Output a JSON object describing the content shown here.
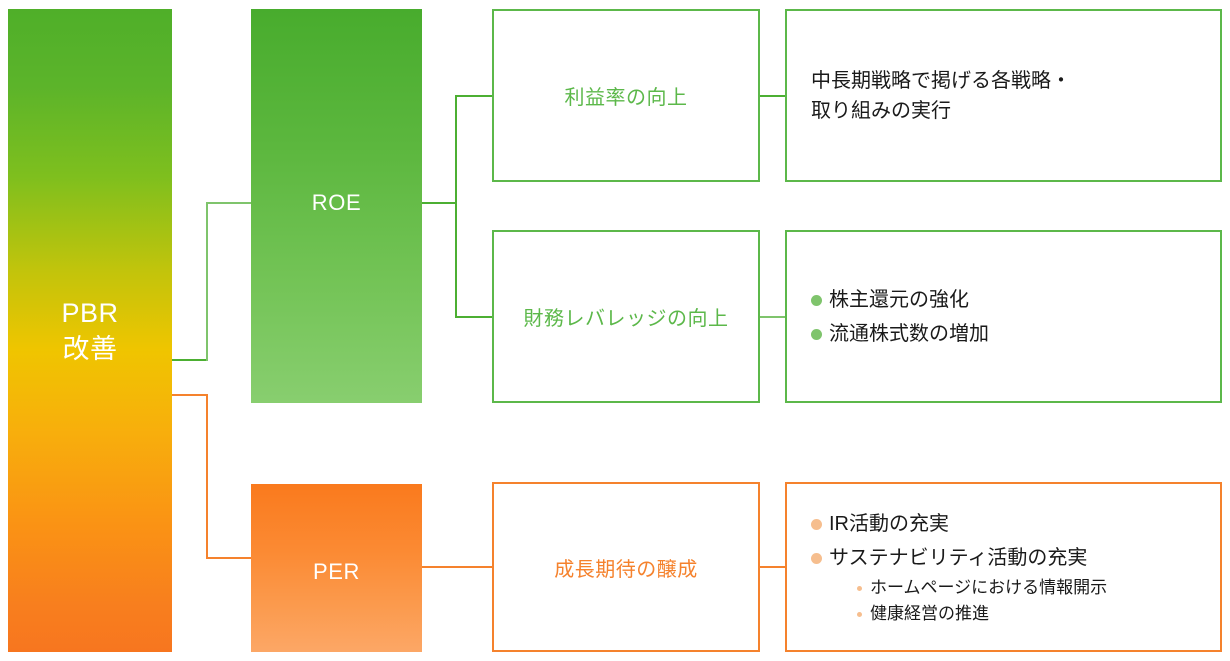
{
  "diagram": {
    "title_root": "PBR\n改善",
    "colors": {
      "green_dark": "#4CAF32",
      "green_mid": "#5CB84A",
      "green_light": "#7FC46C",
      "orange": "#F5822D",
      "orange_light": "#F6BE8E",
      "gradient_top": "#4FAF29",
      "gradient_mid": "#EFC500",
      "gradient_bottom": "#F7761F",
      "text_dark": "#1a1a1a",
      "text_white": "#ffffff"
    }
  },
  "root": {
    "label": "PBR\n改善"
  },
  "drivers": [
    {
      "id": "roe",
      "label": "ROE",
      "accent": "green"
    },
    {
      "id": "per",
      "label": "PER",
      "accent": "orange"
    }
  ],
  "branches": [
    {
      "id": "profitability",
      "accent": "green",
      "lever": "利益率の向上",
      "detail_type": "paragraph",
      "detail_text": "中長期戦略で掲げる各戦略・\n取り組みの実行"
    },
    {
      "id": "financial-leverage",
      "accent": "green",
      "lever": "財務レバレッジの向上",
      "detail_type": "bullets",
      "bullets": [
        {
          "text": "株主還元の強化",
          "sub": []
        },
        {
          "text": "流通株式数の増加",
          "sub": []
        }
      ]
    },
    {
      "id": "growth-expectation",
      "accent": "orange",
      "lever": "成長期待の醸成",
      "detail_type": "bullets",
      "bullets": [
        {
          "text": "IR活動の充実",
          "sub": []
        },
        {
          "text": "サステナビリティ活動の充実",
          "sub": [
            "ホームページにおける情報開示",
            "健康経営の推進"
          ]
        }
      ]
    }
  ]
}
